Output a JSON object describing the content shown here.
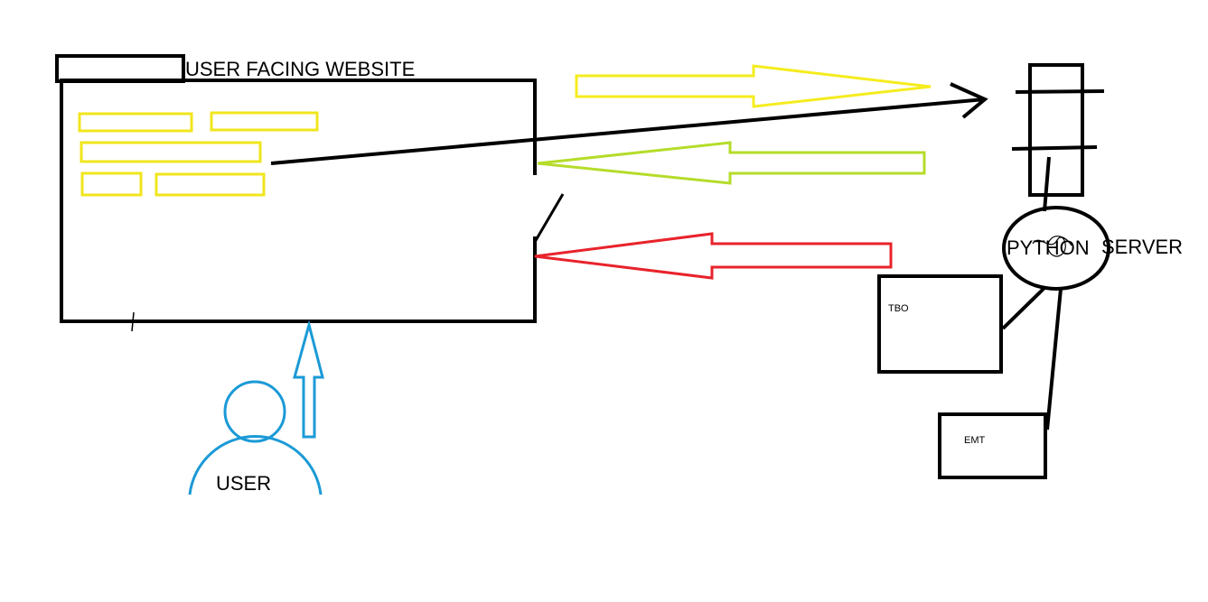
{
  "labels": {
    "website": "USER FACING WEBSITE",
    "user": "USER",
    "server_python": "PYTHON",
    "server": "SERVER",
    "tbo": "TBO",
    "emt": "EMT"
  },
  "colors": {
    "stroke": "#000000",
    "form_fields": "#f0e61c",
    "request_arrow": "#f5ec1e",
    "response_arrow": "#b5dc2a",
    "error_arrow": "#e8232b",
    "user": "#1b9ad6"
  }
}
